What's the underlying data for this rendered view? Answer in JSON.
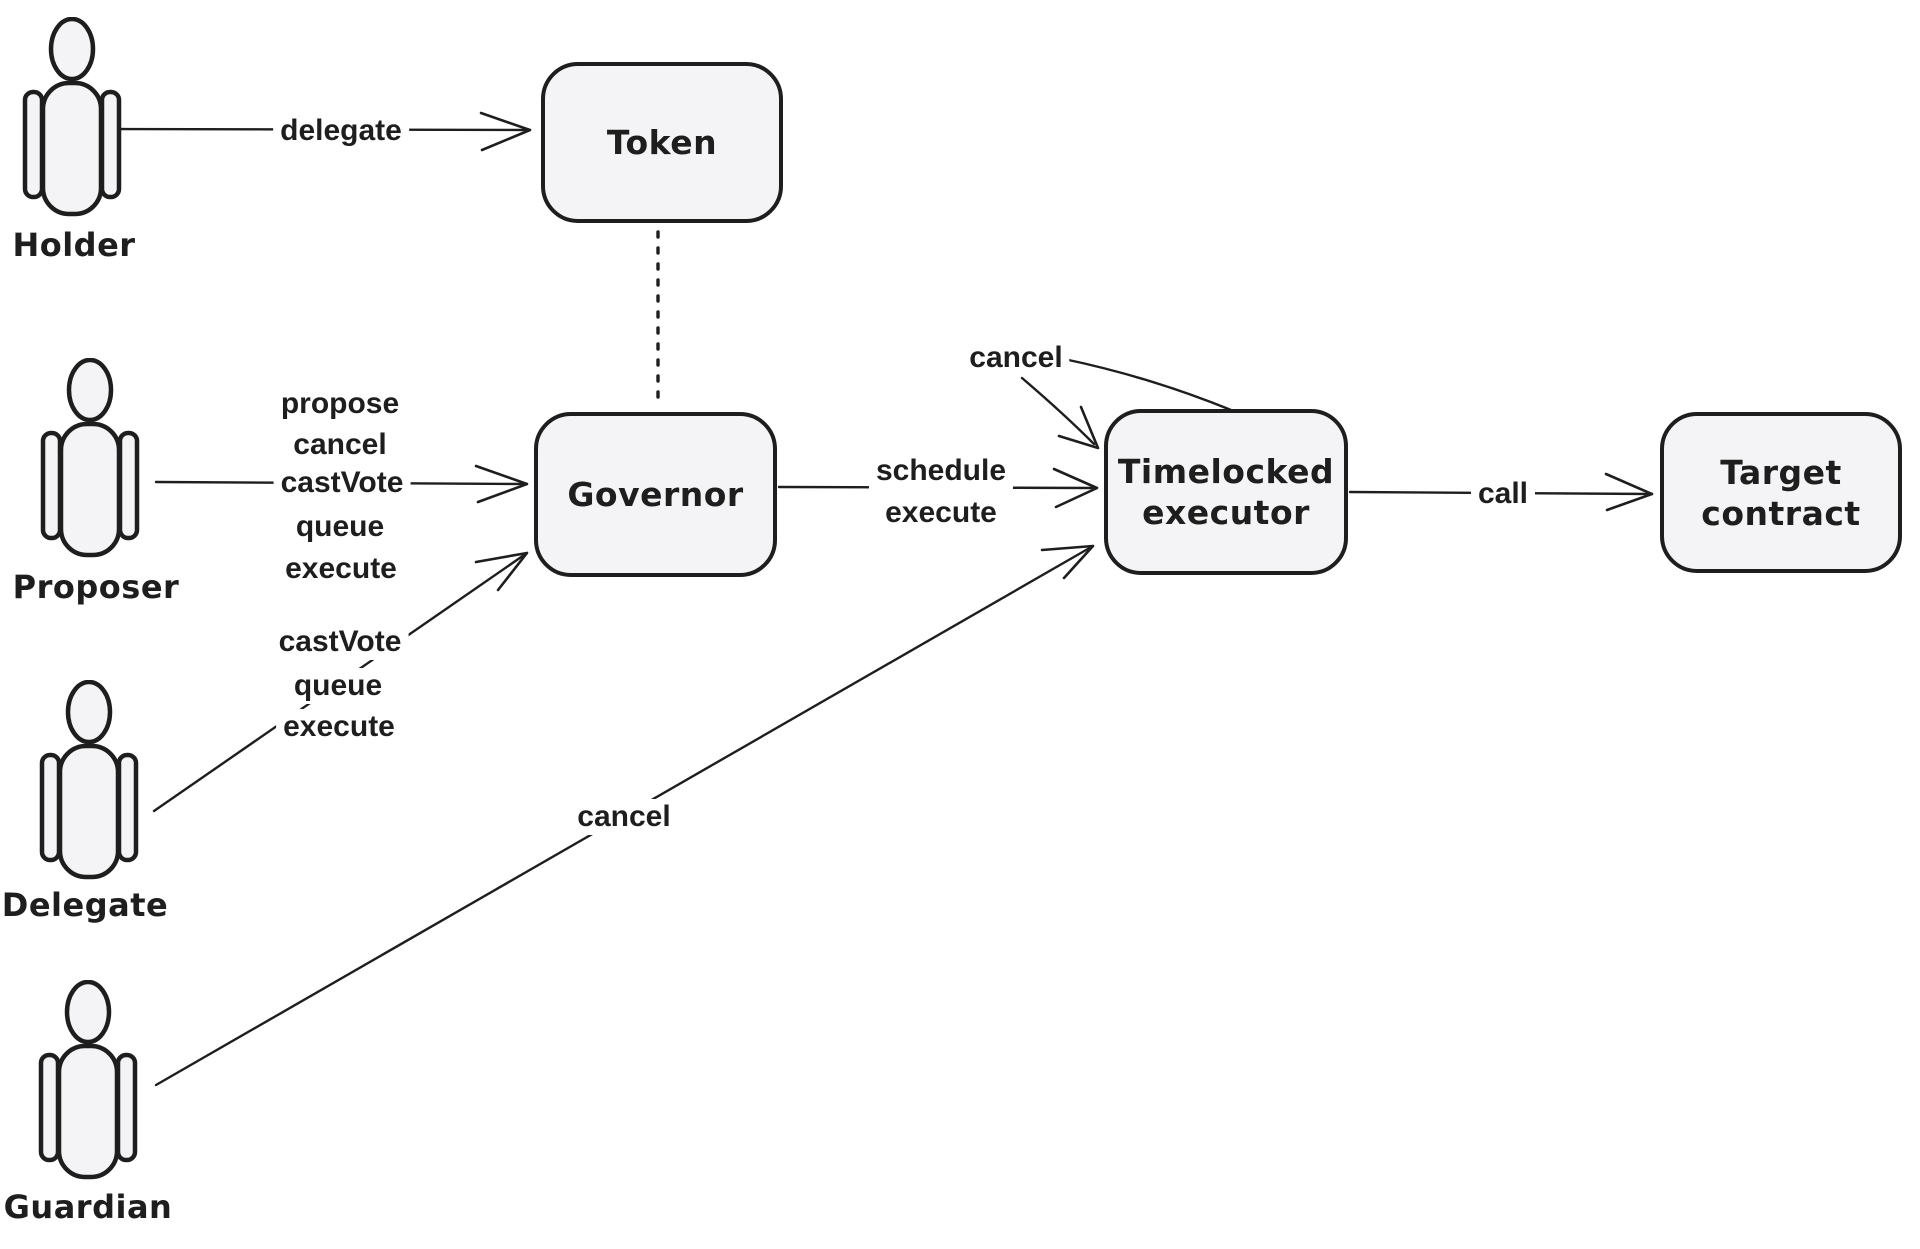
{
  "diagram": {
    "colors": {
      "stroke": "#1e1e1e",
      "node_fill": "#f4f4f6",
      "background": "#ffffff"
    },
    "actors": {
      "holder": {
        "label": "Holder"
      },
      "proposer": {
        "label": "Proposer"
      },
      "delegate": {
        "label": "Delegate"
      },
      "guardian": {
        "label": "Guardian"
      }
    },
    "nodes": {
      "token": {
        "label": "Token"
      },
      "governor": {
        "label": "Governor"
      },
      "timelock": {
        "lines": [
          "Timelocked",
          "executor"
        ]
      },
      "target": {
        "lines": [
          "Target",
          "contract"
        ]
      }
    },
    "edge_labels": {
      "holder_token": {
        "label": "delegate"
      },
      "proposer_governor": {
        "labels": [
          "propose",
          "cancel",
          "castVote",
          "queue",
          "execute"
        ]
      },
      "delegate_governor": {
        "labels": [
          "castVote",
          "queue",
          "execute"
        ]
      },
      "governor_timelock": {
        "labels": [
          "schedule",
          "execute"
        ]
      },
      "cancel_top": {
        "label": "cancel"
      },
      "guardian_timelock": {
        "label": "cancel"
      },
      "timelock_target": {
        "label": "call"
      }
    }
  }
}
